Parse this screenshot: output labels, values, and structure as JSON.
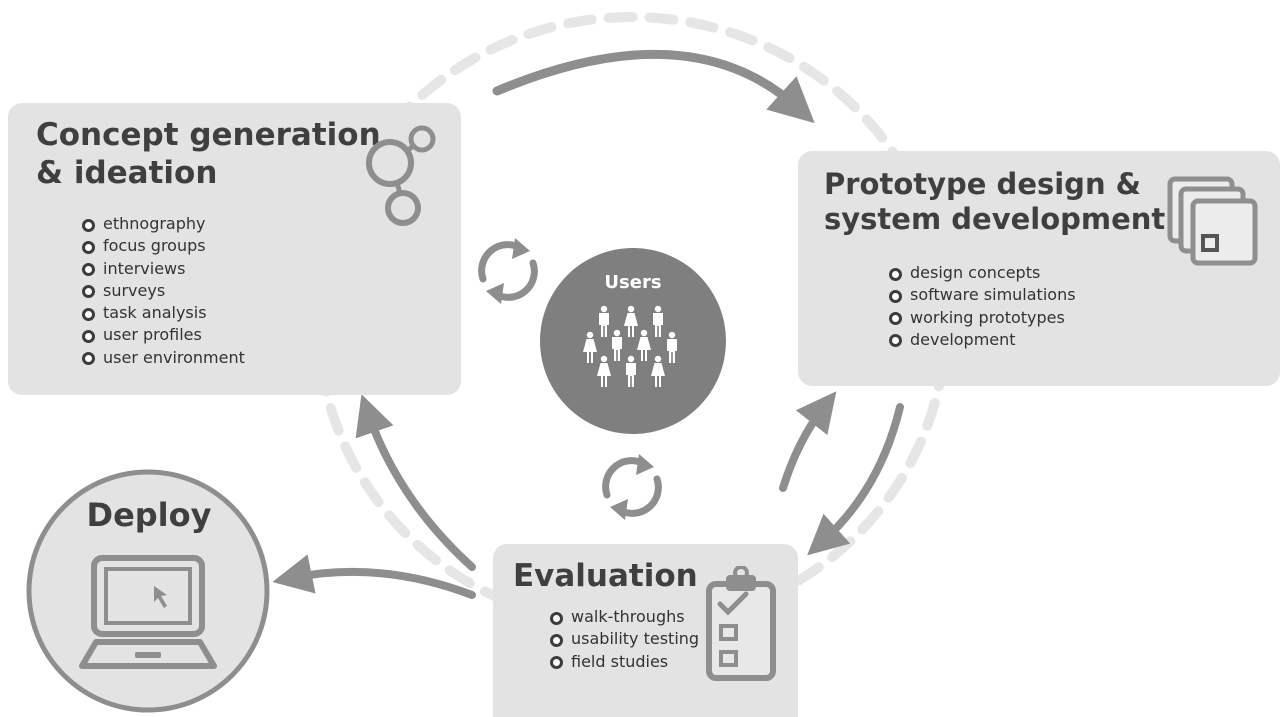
{
  "diagram": {
    "concept": {
      "title_line1": "Concept generation",
      "title_line2": "& ideation",
      "items": [
        "ethnography",
        "focus groups",
        "interviews",
        "surveys",
        "task analysis",
        "user profiles",
        "user environment"
      ]
    },
    "prototype": {
      "title_line1": "Prototype design &",
      "title_line2": "system development",
      "items": [
        "design concepts",
        "software simulations",
        "working prototypes",
        "development"
      ]
    },
    "evaluation": {
      "title": "Evaluation",
      "items": [
        "walk-throughs",
        "usability testing",
        "field studies"
      ]
    },
    "deploy": {
      "title": "Deploy"
    },
    "users": {
      "label": "Users"
    },
    "colors": {
      "box_fill": "#e3e3e3",
      "arrow": "#8e8e8e",
      "dashed_ring": "#e6e6e6",
      "users_circle": "#7f7f7f",
      "text": "#3f3f3f"
    },
    "icons": {
      "concept": "connected-circles-icon",
      "prototype": "stacked-windows-icon",
      "evaluation": "clipboard-checklist-icon",
      "deploy": "laptop-cursor-icon",
      "users": "people-group-icon",
      "refresh": "refresh-cycle-icon"
    }
  }
}
